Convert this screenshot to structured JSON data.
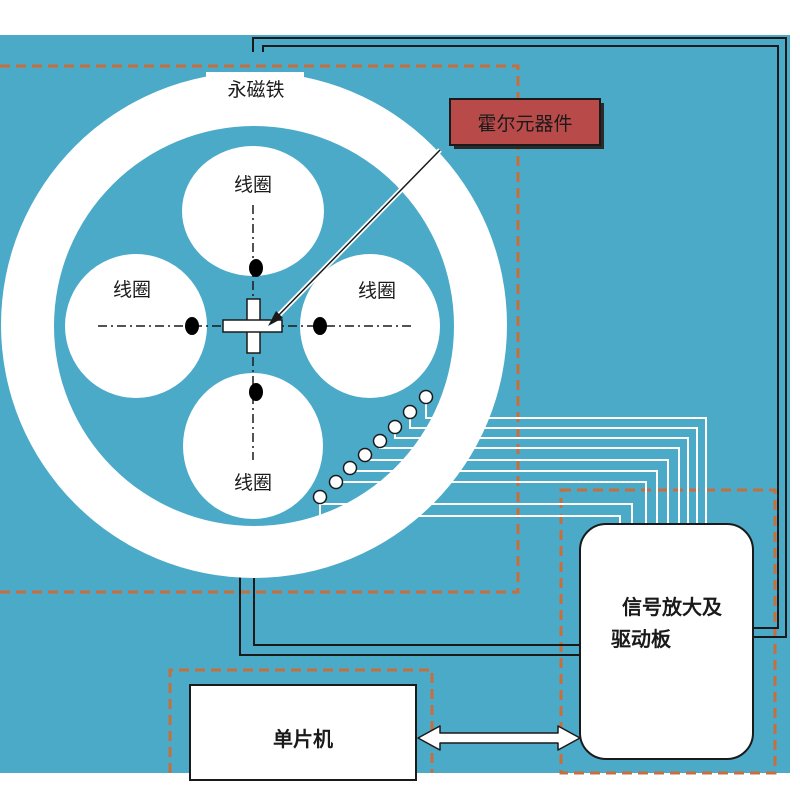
{
  "labels": {
    "magnet": "永磁铁",
    "hall": "霍尔元器件",
    "coil_top": "线圈",
    "coil_left": "线圈",
    "coil_right": "线圈",
    "coil_bottom": "线圈",
    "driver_line1": "信号放大及",
    "driver_line2": "驱动板",
    "mcu": "单片机"
  },
  "colors": {
    "background": "#4aaac7",
    "white": "#ffffff",
    "hall_box": "#b84a4a",
    "dashed": "#c86d3c",
    "line": "#1a1a1a"
  }
}
